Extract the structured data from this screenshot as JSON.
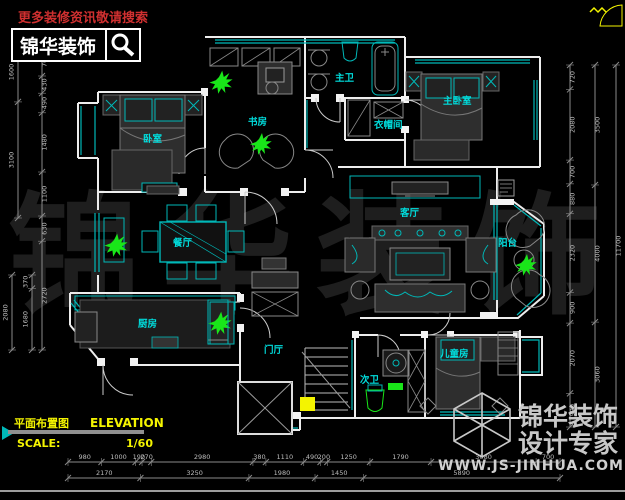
{
  "branding_top": {
    "slogan": "更多装修资讯敬请搜索",
    "logo_text": "锦华装饰"
  },
  "title_block": {
    "title_cn": "平面布置图",
    "title_en": "ELEVATION",
    "scale_label": "SCALE:",
    "scale_value": "1/60"
  },
  "watermark": {
    "center_text": "锦华装饰",
    "brand_name": "锦华装饰",
    "brand_tagline": "设计专家",
    "website": "WWW.JS-JINHUA.COM"
  },
  "rooms": {
    "bedroom": "卧室",
    "study": "书房",
    "master_bath": "主卫",
    "closet": "衣帽间",
    "master_bedroom": "主卧室",
    "dining": "餐厅",
    "living": "客厅",
    "balcony": "阳台",
    "kitchen": "厨房",
    "foyer": "门厅",
    "second_bath": "次卫",
    "kids_room": "儿童房"
  },
  "dim_chains": {
    "bottom_row1": [
      "980",
      "1000",
      "190",
      "270",
      "2980",
      "380",
      "1110",
      "490",
      "200",
      "1250",
      "1790",
      "3080",
      "700"
    ],
    "bottom_row2": [
      "2170",
      "3250",
      "1980",
      "1450",
      "5890"
    ],
    "left_upper": [
      "90",
      "760",
      "430",
      "490",
      "1480",
      "1100",
      "630",
      "2720"
    ],
    "left_lower": [
      "370",
      "1680"
    ],
    "left_outer_upper": [
      "1600",
      "3100"
    ],
    "left_outer_lower": [
      "2080"
    ],
    "right_inner": [
      "720",
      "2080",
      "700",
      "880",
      "2320",
      "900",
      "2070",
      "990"
    ],
    "right_outer": [
      "3500",
      "4000",
      "3060"
    ],
    "right_total": [
      "11700"
    ]
  },
  "colors": {
    "wall": "#e9e9e9",
    "cyan": "#00b8b8",
    "label_cyan": "#00dede",
    "green": "#19e619",
    "yellow": "#f4f400",
    "red": "#d03030",
    "dim_line": "#8a8a8a",
    "dim_text": "#c6c6c6",
    "watermark_dark": "#1e1e1e",
    "brand_gray": "#c8c8c8"
  }
}
